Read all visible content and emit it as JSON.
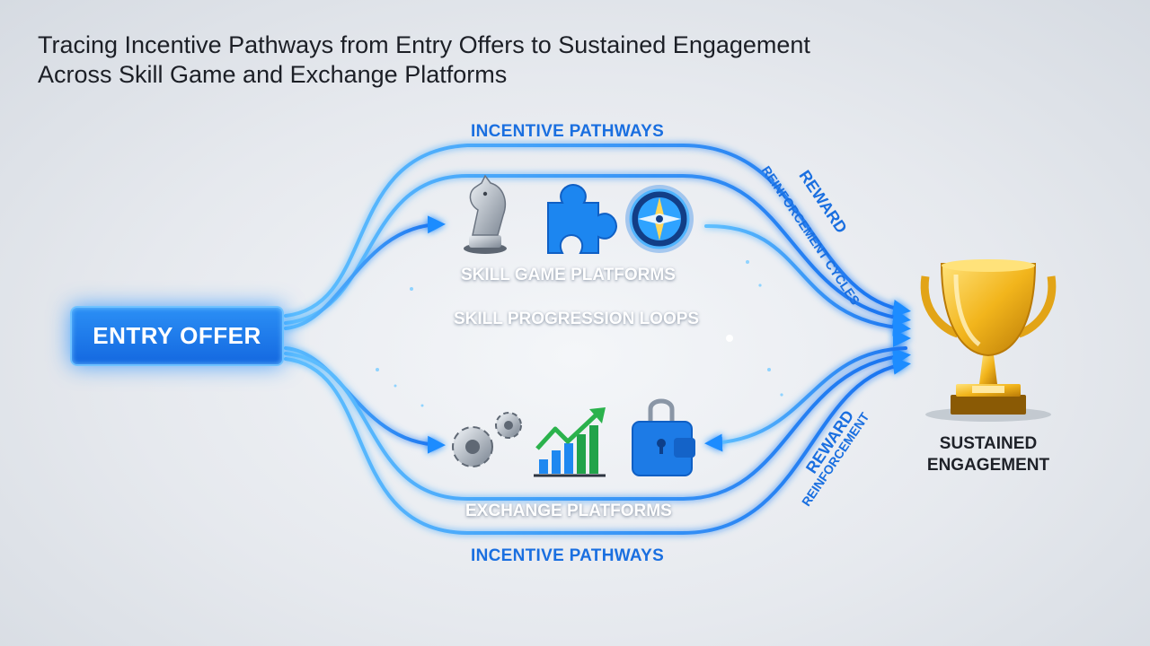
{
  "title": {
    "line1": "Tracing Incentive Pathways from Entry Offers to Sustained Engagement",
    "line2": "Across Skill Game and Exchange Platforms"
  },
  "entry_offer": "ENTRY OFFER",
  "pathway_top": "INCENTIVE PATHWAYS",
  "pathway_bottom": "INCENTIVE PATHWAYS",
  "skill_platforms": "SKILL GAME PLATFORMS",
  "skill_loops": "SKILL PROGRESSION LOOPS",
  "exchange_platforms": "EXCHANGE PLATFORMS",
  "reward_top": {
    "line1": "REWARD",
    "line2": "REINFORCEMENT CYCLES"
  },
  "reward_bottom": {
    "line1": "REWARD",
    "line2": "REINFORCEMENT"
  },
  "sustained": {
    "line1": "SUSTAINED",
    "line2": "ENGAGEMENT"
  },
  "icons": {
    "skill": [
      "chess-knight-icon",
      "puzzle-piece-icon",
      "compass-dial-icon"
    ],
    "exchange": [
      "gears-icon",
      "growth-chart-icon",
      "locked-wallet-icon"
    ],
    "goal": "trophy-icon"
  },
  "colors": {
    "flow": "#1e8cff",
    "glow": "#7fd0ff",
    "label": "#1a6fe0",
    "trophy": "#f2b51c"
  }
}
